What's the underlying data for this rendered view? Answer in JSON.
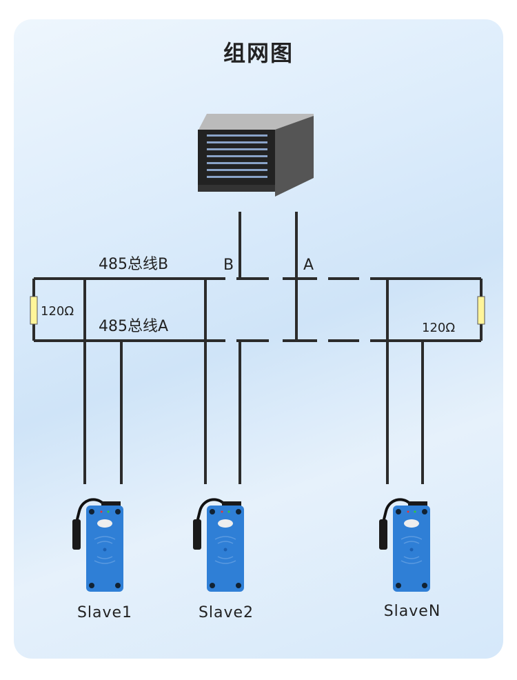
{
  "title": "组网图",
  "bus": {
    "b_label": "485总线B",
    "a_label": "485总线A",
    "b_short": "B",
    "a_short": "A"
  },
  "resistors": {
    "left": "120Ω",
    "right": "120Ω"
  },
  "slaves": [
    "Slave1",
    "Slave2",
    "SlaveN"
  ],
  "colors": {
    "wire": "#2b2b2b",
    "resistor": "#fff59a",
    "device": "#2f7fd6"
  }
}
